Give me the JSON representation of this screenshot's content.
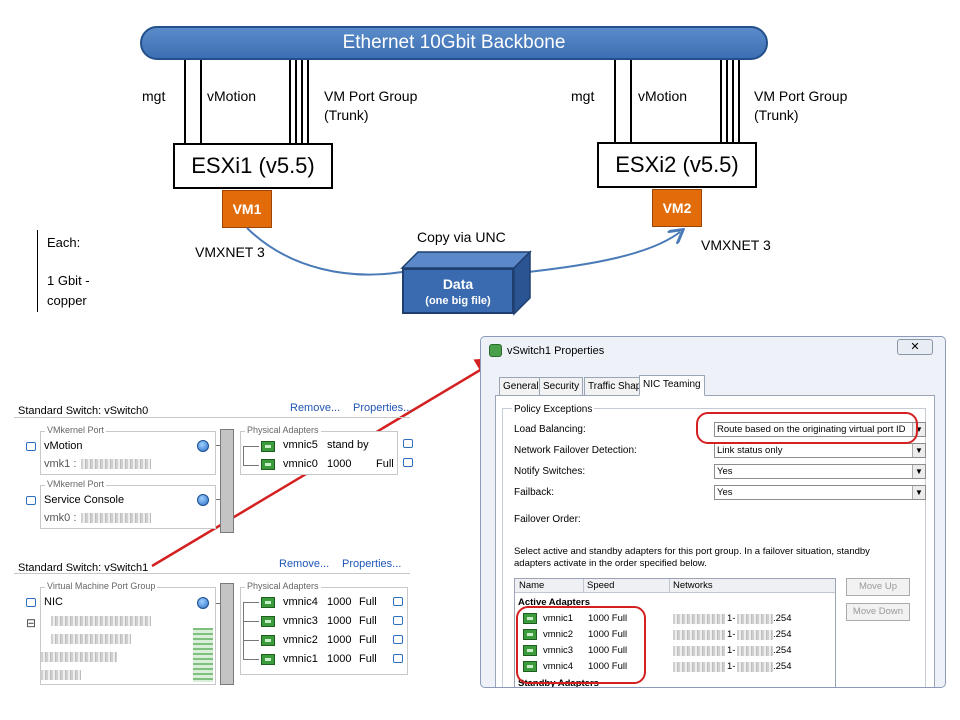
{
  "diagram": {
    "backbone": "Ethernet 10Gbit Backbone",
    "host1": {
      "name": "ESXi1 (v5.5)",
      "mgt": "mgt",
      "vmotion": "vMotion",
      "vmpg_line1": "VM Port Group",
      "vmpg_line2": "(Trunk)",
      "vm": "VM1",
      "vmxnet": "VMXNET 3"
    },
    "host2": {
      "name": "ESXi2 (v5.5)",
      "mgt": "mgt",
      "vmotion": "vMotion",
      "vmpg_line1": "VM Port Group",
      "vmpg_line2": "(Trunk)",
      "vm": "VM2",
      "vmxnet": "VMXNET 3"
    },
    "note": {
      "line1": "Each:",
      "line2": "1 Gbit -",
      "line3": "copper"
    },
    "copy_label": "Copy via UNC",
    "data_box": {
      "title": "Data",
      "subtitle": "(one big file)"
    },
    "colors": {
      "backbone": "#3c6fb3",
      "vm": "#e36c0a",
      "data_box": "#3a6ab0",
      "arrow": "#d42020"
    }
  },
  "networking": {
    "switch0": {
      "title": "Standard Switch: vSwitch0",
      "remove": "Remove...",
      "properties": "Properties...",
      "vmkernel_label": "VMkernel Port",
      "vmotion": "vMotion",
      "vmk1": "vmk1 :",
      "vmkernel_label2": "VMkernel Port",
      "service_console": "Service Console",
      "vmk0": "vmk0 :",
      "physical_adapters": "Physical Adapters",
      "adapters": [
        {
          "name": "vmnic5",
          "speed": "stand by",
          "duplex": ""
        },
        {
          "name": "vmnic0",
          "speed": "1000",
          "duplex": "Full"
        }
      ]
    },
    "switch1": {
      "title": "Standard Switch: vSwitch1",
      "remove": "Remove...",
      "properties": "Properties...",
      "pg_label": "Virtual Machine Port Group",
      "nic": "NIC",
      "collapse": "⊟",
      "physical_adapters": "Physical Adapters",
      "adapters": [
        {
          "name": "vmnic4",
          "speed": "1000",
          "duplex": "Full"
        },
        {
          "name": "vmnic3",
          "speed": "1000",
          "duplex": "Full"
        },
        {
          "name": "vmnic2",
          "speed": "1000",
          "duplex": "Full"
        },
        {
          "name": "vmnic1",
          "speed": "1000",
          "duplex": "Full"
        }
      ]
    }
  },
  "dialog": {
    "title": "vSwitch1 Properties",
    "close": "✕",
    "tabs": [
      "General",
      "Security",
      "Traffic Shaping",
      "NIC Teaming"
    ],
    "active_tab": "NIC Teaming",
    "policy_exceptions": "Policy Exceptions",
    "load_balancing": {
      "label": "Load Balancing:",
      "value": "Route based on the originating virtual port ID"
    },
    "failover_detection": {
      "label": "Network Failover Detection:",
      "value": "Link status only"
    },
    "notify_switches": {
      "label": "Notify Switches:",
      "value": "Yes"
    },
    "failback": {
      "label": "Failback:",
      "value": "Yes"
    },
    "failover_order": "Failover Order:",
    "instructions_line1": "Select active and standby adapters for this port group.  In a failover situation, standby",
    "instructions_line2": "adapters activate  in the order specified below.",
    "columns": {
      "name": "Name",
      "speed": "Speed",
      "networks": "Networks"
    },
    "active_header": "Active Adapters",
    "active_adapters": [
      {
        "name": "vmnic1",
        "speed": "1000 Full",
        "network": "1-",
        "suffix": ".254"
      },
      {
        "name": "vmnic2",
        "speed": "1000 Full",
        "network": "1-",
        "suffix": ".254"
      },
      {
        "name": "vmnic3",
        "speed": "1000 Full",
        "network": "1-",
        "suffix": ".254"
      },
      {
        "name": "vmnic4",
        "speed": "1000 Full",
        "network": "1-",
        "suffix": ".254"
      }
    ],
    "standby_header": "Standby Adapters",
    "move_up": "Move Up",
    "move_down": "Move Down"
  }
}
